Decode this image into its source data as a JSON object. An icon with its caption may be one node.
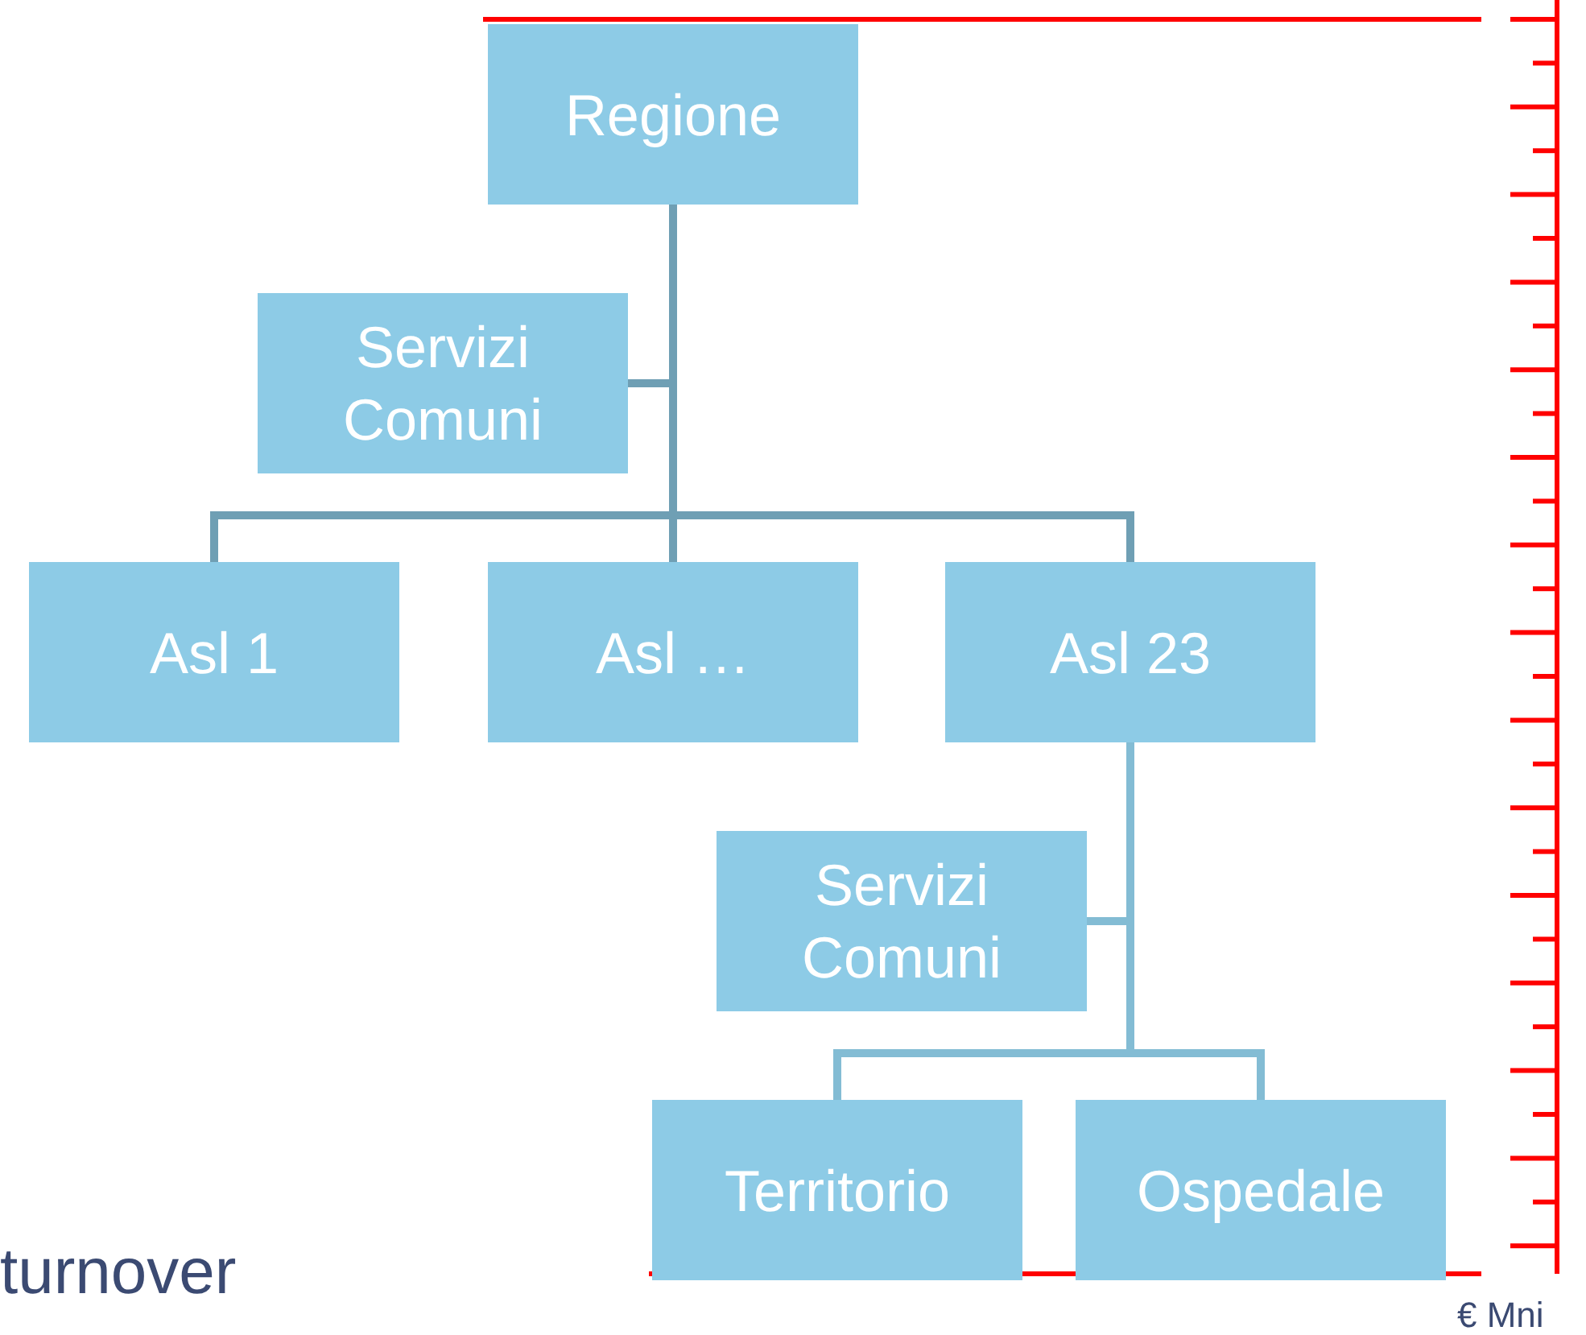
{
  "diagram": {
    "nodes": [
      {
        "text": [
          "Regione"
        ]
      },
      {
        "text": [
          "Servizi Comuni"
        ]
      },
      {
        "text": [
          "Asl 1"
        ]
      },
      {
        "text": [
          "Asl …"
        ]
      },
      {
        "text": [
          "Asl 23"
        ]
      },
      {
        "text": [
          "Servizi Comuni"
        ]
      },
      {
        "text": [
          "Territorio"
        ]
      },
      {
        "text": [
          "Ospedale"
        ]
      }
    ],
    "edges": [
      {
        "from": 0,
        "to": 1,
        "arrow": "none"
      },
      {
        "from": 0,
        "to": 2,
        "arrow": "none"
      },
      {
        "from": 0,
        "to": 3,
        "arrow": "none"
      },
      {
        "from": 0,
        "to": 4,
        "arrow": "none"
      },
      {
        "from": 4,
        "to": 5,
        "arrow": "none"
      },
      {
        "from": 4,
        "to": 6,
        "arrow": "none"
      },
      {
        "from": 4,
        "to": 7,
        "arrow": "none"
      }
    ],
    "labels": [
      "turnover",
      "€ Mni"
    ]
  }
}
